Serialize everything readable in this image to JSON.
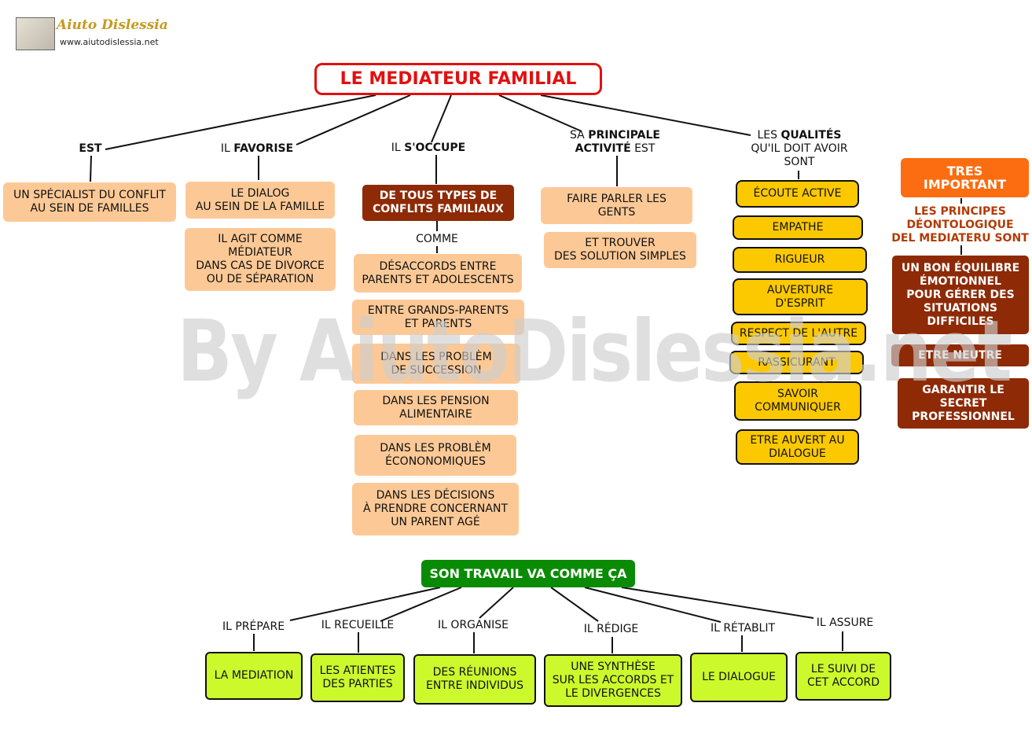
{
  "logo": {
    "name": "Aiuto Dislessia",
    "url": "www.aiutodislessia.net"
  },
  "watermark": "By AiutoDislessia.net",
  "title": "LE MEDIATEUR FAMILIAL",
  "branches": {
    "est": {
      "label_bold": "EST",
      "items": [
        "UN SPÉCIALIST DU CONFLIT\nAU SEIN DE FAMILLES"
      ]
    },
    "favorise": {
      "label_pre": "IL ",
      "label_bold": "FAVORISE",
      "items": [
        "LE DIALOG\nAU SEIN DE LA FAMILLE",
        "IL AGIT COMME\nMÉDIATEUR\nDANS CAS DE DIVORCE\nOU DE SÉPARATION"
      ]
    },
    "occupe": {
      "label_pre": "IL ",
      "label_bold": "S'OCCUPE",
      "main": "DE TOUS TYPES DE\nCONFLITS FAMILIAUX",
      "connector": "COMME",
      "items": [
        "DÉSACCORDS ENTRE\nPARENTS ET ADOLESCENTS",
        "ENTRE GRANDS-PARENTS\nET PARENTS",
        "DANS LES PROBLÈM\nDE SUCCESSION",
        "DANS LES PENSION\nALIMENTAIRE",
        "DANS LES PROBLÈM\nÉCONONOMIQUES",
        "DANS LES DÉCISIONS\nÀ PRENDRE CONCERNANT\nUN PARENT AGÉ"
      ]
    },
    "activite": {
      "label_pre": "SA ",
      "label_bold1": "PRINCIPALE",
      "label_bold2": "ACTIVITÉ",
      "label_post": " EST",
      "items": [
        "FAIRE PARLER LES\nGENTS",
        "ET TROUVER\nDES SOLUTION SIMPLES"
      ]
    },
    "qualites": {
      "label_pre": "LES ",
      "label_bold": "QUALITÉS",
      "label_rest": "QU'IL DOIT AVOIR\nSONT",
      "items": [
        "ÉCOUTE ACTIVE",
        "EMPATHE",
        "RIGUEUR",
        "AUVERTURE\nD'ESPRIT",
        "RESPECT DE L'AUTRE",
        "RASSICURANT",
        "SAVOIR\nCOMMUNIQUER",
        "ETRE AUVERT AU\nDIALOGUE"
      ]
    }
  },
  "principles": {
    "header": "TRES\nIMPORTANT",
    "label": "LES PRINCIPES\nDÉONTOLOGIQUE\nDEL MEDIATERU SONT",
    "items": [
      "UN BON ÉQUILIBRE\nÉMOTIONNEL\nPOUR GÉRER DES\nSITUATIONS\nDIFFICILES",
      "ETRE NEUTRE",
      "GARANTIR LE\nSECRET\nPROFESSIONNEL"
    ]
  },
  "work": {
    "title": "SON TRAVAIL VA COMME ÇA",
    "steps": [
      {
        "label": "IL PRÉPARE",
        "item": "LA MEDIATION"
      },
      {
        "label": "IL RECUEILLE",
        "item": "LES ATIENTES\nDES PARTIES"
      },
      {
        "label": "IL ORGANISE",
        "item": "DES RÉUNIONS\nENTRE INDIVIDUS"
      },
      {
        "label": "IL RÉDIGE",
        "item": "UNE SYNTHÈSE\nSUR LES ACCORDS ET\nLE DIVERGENCES"
      },
      {
        "label": "IL RÉTABLIT",
        "item": "LE DIALOGUE"
      },
      {
        "label": "IL ASSURE",
        "item": "LE SUIVI DE\nCET ACCORD"
      }
    ]
  },
  "colors": {
    "title_border": "#e31010",
    "peach": "#fcc996",
    "brown": "#8e2a06",
    "yellow": "#fcc800",
    "lime": "#ccf92c",
    "green": "#0a8b05",
    "orange": "#fb6d10"
  }
}
